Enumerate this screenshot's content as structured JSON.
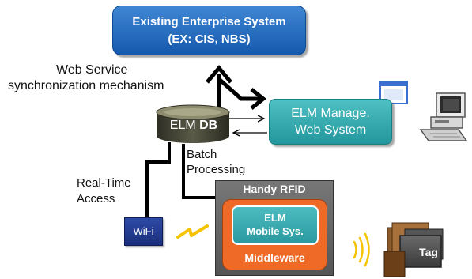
{
  "enterprise": {
    "line1": "Existing Enterprise System",
    "line2": "(EX: CIS, NBS)"
  },
  "web_service_label": {
    "line1": "Web Service",
    "line2": "synchronization mechanism"
  },
  "elm_db": {
    "prefix": "ELM",
    "name": "DB"
  },
  "elm_manage": {
    "line1": "ELM Manage.",
    "line2": "Web System"
  },
  "batch_label": {
    "line1": "Batch",
    "line2": "Processing"
  },
  "realtime_label": {
    "line1": "Real-Time",
    "line2": "Access"
  },
  "handy_rfid": {
    "title": "Handy RFID",
    "mobile_line1": "ELM",
    "mobile_line2": "Mobile Sys.",
    "middleware": "Middleware"
  },
  "wifi": "WiFi",
  "tag": "Tag",
  "icons": [
    "browser-window-icon",
    "desktop-computer-icon",
    "wireless-signal-icon",
    "rfid-waves-icon",
    "database-icon"
  ],
  "colors": {
    "enterprise_box": "#1e63b8",
    "manage_box": "#33a8ad",
    "middleware": "#ef6a26",
    "rfid_device": "#666666",
    "wifi_box": "#223a8f",
    "db_cylinder": "#3a3a2e"
  }
}
